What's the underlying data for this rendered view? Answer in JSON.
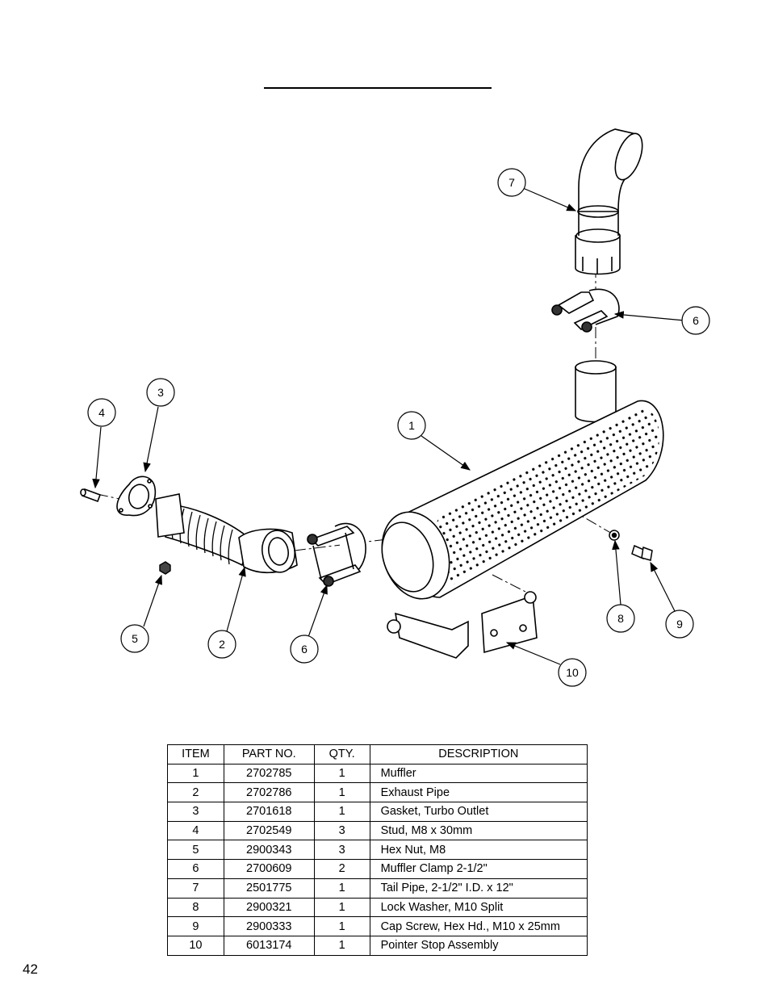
{
  "table": {
    "headers": {
      "item": "ITEM",
      "part_no": "PART NO.",
      "qty": "QTY.",
      "description": "DESCRIPTION"
    },
    "rows": [
      {
        "item": "1",
        "part_no": "2702785",
        "qty": "1",
        "description": "Muffler"
      },
      {
        "item": "2",
        "part_no": "2702786",
        "qty": "1",
        "description": "Exhaust Pipe"
      },
      {
        "item": "3",
        "part_no": "2701618",
        "qty": "1",
        "description": "Gasket, Turbo Outlet"
      },
      {
        "item": "4",
        "part_no": "2702549",
        "qty": "3",
        "description": "Stud, M8 x 30mm"
      },
      {
        "item": "5",
        "part_no": "2900343",
        "qty": "3",
        "description": "Hex Nut, M8"
      },
      {
        "item": "6",
        "part_no": "2700609",
        "qty": "2",
        "description": "Muffler Clamp 2-1/2\""
      },
      {
        "item": "7",
        "part_no": "2501775",
        "qty": "1",
        "description": "Tail Pipe, 2-1/2\" I.D. x 12\""
      },
      {
        "item": "8",
        "part_no": "2900321",
        "qty": "1",
        "description": "Lock Washer, M10 Split"
      },
      {
        "item": "9",
        "part_no": "2900333",
        "qty": "1",
        "description": "Cap Screw, Hex Hd., M10 x 25mm"
      },
      {
        "item": "10",
        "part_no": "6013174",
        "qty": "1",
        "description": "Pointer Stop Assembly"
      }
    ]
  },
  "callouts": {
    "c7": "7",
    "c6a": "6",
    "c3": "3",
    "c4": "4",
    "c1": "1",
    "c5": "5",
    "c2": "2",
    "c6b": "6",
    "c8": "8",
    "c9": "9",
    "c10": "10"
  },
  "page_number": "42"
}
